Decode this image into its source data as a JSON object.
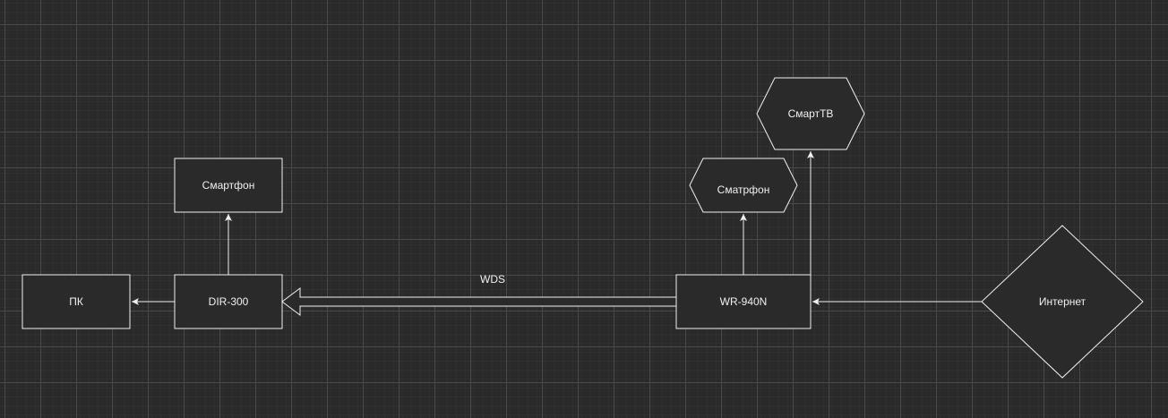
{
  "nodes": {
    "pc": "ПК",
    "dir300": "DIR-300",
    "smartphone_left": "Смартфон",
    "wr940n": "WR-940N",
    "smartphone_right": "Сматрфон",
    "smart_tv": "СмартТВ",
    "internet": "Интернет"
  },
  "edges": {
    "wds_label": "WDS"
  },
  "colors": {
    "background": "#2a2a2a",
    "stroke": "#f0f0f0"
  }
}
